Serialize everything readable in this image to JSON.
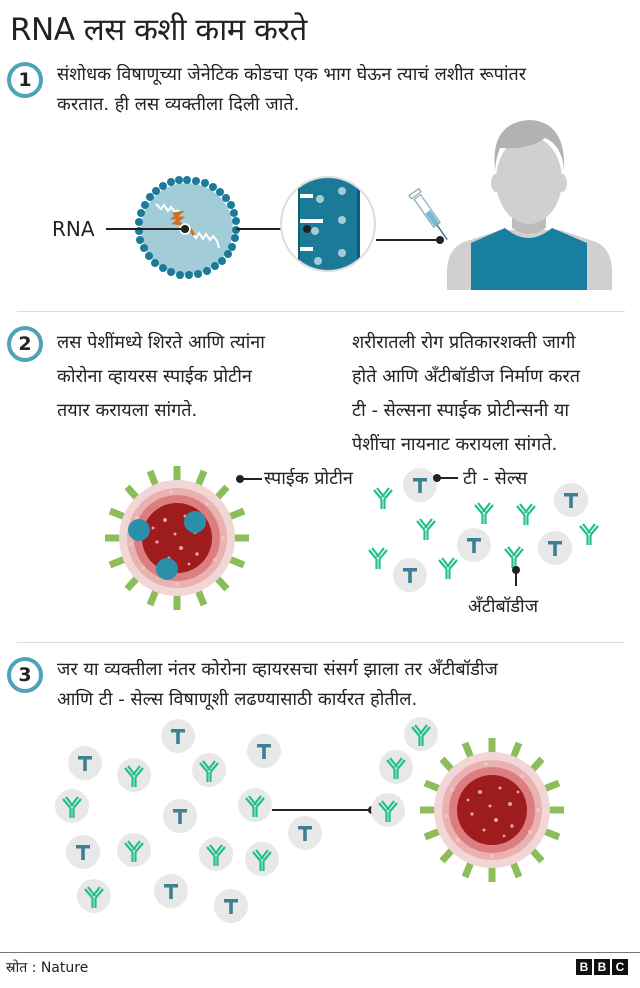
{
  "title": "RNA लस कशी काम करते",
  "steps": [
    {
      "number": "1",
      "text_line1": "संशोधक विषाणूच्या जेनेटिक कोडचा एक भाग घेऊन त्याचं लशीत रूपांतर",
      "text_line2": "करतात. ही लस व्यक्तीला दिली जाते.",
      "labels": {
        "rna": "RNA"
      }
    },
    {
      "number": "2",
      "left_text": [
        "लस पेशींमध्ये शिरते आणि त्यांना",
        "कोरोना व्हायरस स्पाईक प्रोटीन",
        "तयार करायला सांगते."
      ],
      "right_text": [
        "शरीरातली रोग प्रतिकारशक्ती जागी",
        "होते आणि अँटीबॉडीज निर्माण करत",
        "टी - सेल्सना स्पाईक प्रोटीन्सनी या",
        "पेशींचा नायनाट करायला सांगते."
      ],
      "labels": {
        "spike_protein": "स्पाईक प्रोटीन",
        "t_cells": "टी - सेल्स",
        "antibodies": "अँटीबॉडीज"
      }
    },
    {
      "number": "3",
      "text_line1": "जर या व्यक्तीला नंतर कोरोना व्हायरसचा संसर्ग झाला तर अँटीबॉडीज",
      "text_line2": "आणि टी - सेल्स विषाणूशी लढण्यासाठी कार्यरत होतील."
    }
  ],
  "tcell_glyph": "T",
  "footer": {
    "source": "स्रोत : Nature",
    "logo": [
      "B",
      "B",
      "C"
    ]
  },
  "colors": {
    "accent_teal": "#4fa3b8",
    "dark_teal": "#1a7a98",
    "light_teal": "#a3ccd9",
    "antibody_green": "#21c08b",
    "spike_green": "#8bbd5a",
    "virus_dark_red": "#9e1b1e",
    "virus_pink": "#f2d6d6",
    "tcell_bg": "#e8e8e8",
    "tcell_text": "#3d7f93",
    "person_grey": "#d0d0d0",
    "shirt_teal": "#187fa0"
  }
}
